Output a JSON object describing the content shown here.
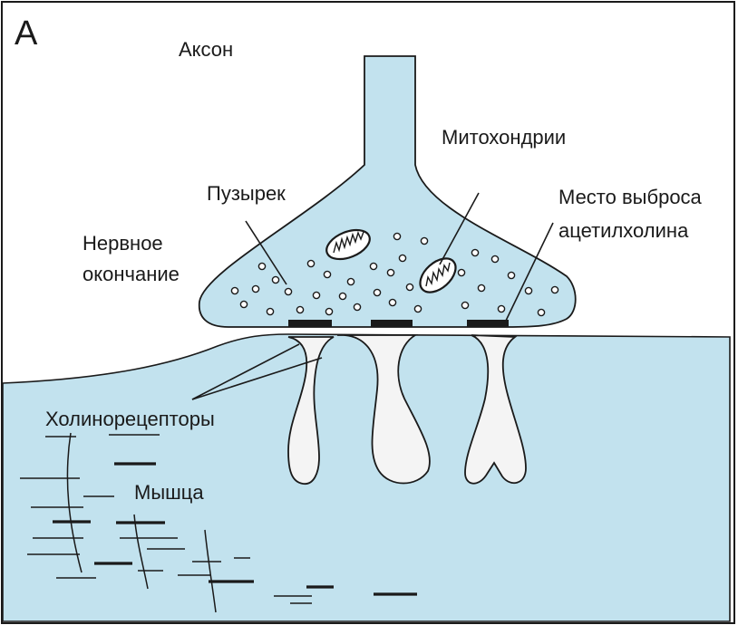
{
  "panel_letter": "А",
  "colors": {
    "tissue_fill": "#c2e2ee",
    "outline": "#1a1a1a",
    "cleft_fill": "#f4f4f4",
    "cleft_rim": "#9a9a9a",
    "background": "#ffffff"
  },
  "labels": {
    "axon": "Аксон",
    "mitochondria": "Митохондрии",
    "vesicle": "Пузырек",
    "nerve_ending_line1": "Нервное",
    "nerve_ending_line2": "окончание",
    "release_site_line1": "Место выброса",
    "release_site_line2": "ацетилхолина",
    "cholinoreceptors": "Холинорецепторы",
    "muscle": "Мышца"
  }
}
